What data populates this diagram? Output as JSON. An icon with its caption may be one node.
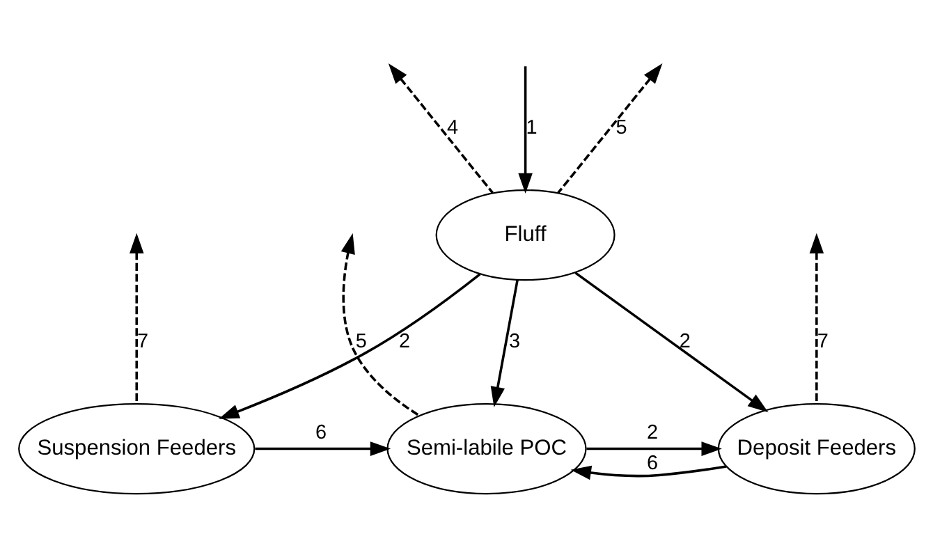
{
  "diagram": {
    "nodes": [
      {
        "text": [
          "Fluff"
        ]
      },
      {
        "text": [
          "Suspension Feeders"
        ]
      },
      {
        "text": [
          "Semi-labile POC"
        ]
      },
      {
        "text": [
          "Deposit Feeders"
        ]
      }
    ],
    "edges": [
      {
        "from": 0,
        "to": null,
        "arrow": "to",
        "label": "4",
        "style": "dashed"
      },
      {
        "from": 0,
        "to": null,
        "arrow": "to",
        "label": "5",
        "style": "dashed"
      },
      {
        "from": null,
        "to": 0,
        "arrow": "to",
        "label": "1"
      },
      {
        "from": 0,
        "to": 1,
        "arrow": "to",
        "label": "2"
      },
      {
        "from": 0,
        "to": 2,
        "arrow": "to",
        "label": "3"
      },
      {
        "from": 0,
        "to": 3,
        "arrow": "to",
        "label": "2"
      },
      {
        "from": 1,
        "to": null,
        "arrow": "to",
        "label": "7",
        "style": "dashed"
      },
      {
        "from": 2,
        "to": null,
        "arrow": "to",
        "label": "5",
        "style": "dashed"
      },
      {
        "from": 3,
        "to": null,
        "arrow": "to",
        "label": "7",
        "style": "dashed"
      },
      {
        "from": 2,
        "to": 3,
        "arrow": "to",
        "label": "2"
      },
      {
        "from": 1,
        "to": 2,
        "arrow": "to",
        "label": "6"
      },
      {
        "from": 3,
        "to": 2,
        "arrow": "to",
        "label": "6"
      }
    ]
  }
}
